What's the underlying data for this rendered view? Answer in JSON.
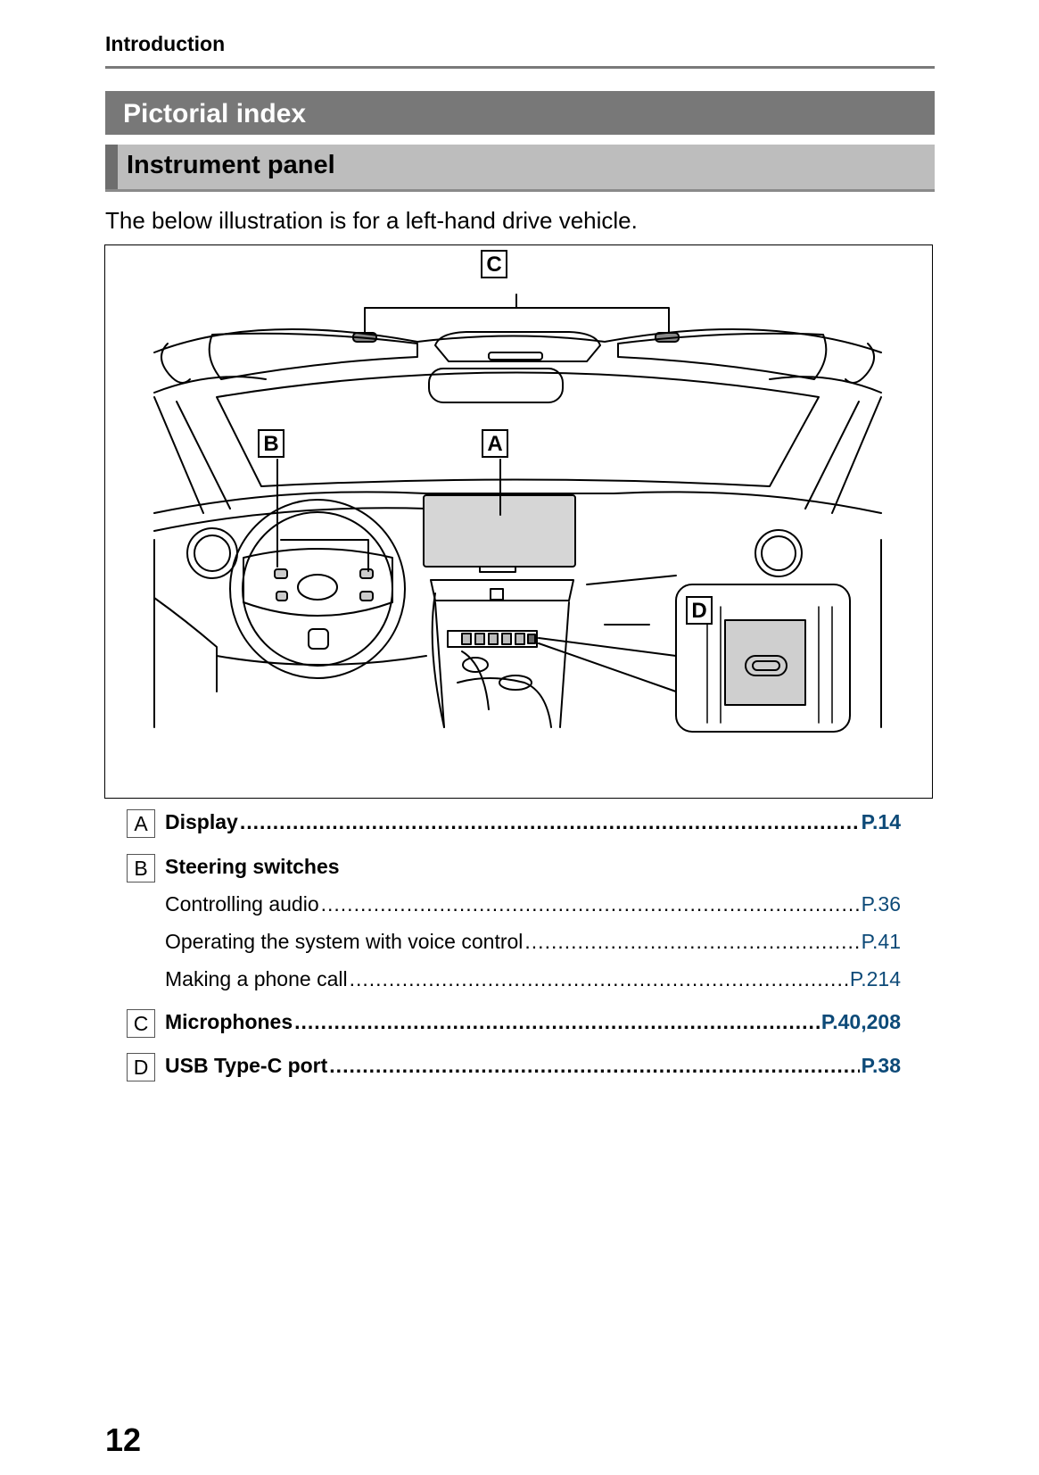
{
  "header": {
    "section": "Introduction"
  },
  "titles": {
    "main": "Pictorial index",
    "sub": "Instrument panel"
  },
  "intro_text": "The below illustration is for a left-hand drive vehicle.",
  "figure": {
    "labels": {
      "a": "A",
      "b": "B",
      "c": "C",
      "d": "D"
    }
  },
  "legend": [
    {
      "key": "A",
      "text": "Display",
      "page": "P.14",
      "bold": true
    },
    {
      "key": "B",
      "text": "Steering switches",
      "page": "",
      "bold": true
    },
    {
      "key": "",
      "text": "Controlling audio",
      "page": "P.36",
      "bold": false
    },
    {
      "key": "",
      "text": "Operating the system with voice control",
      "page": "P.41",
      "bold": false
    },
    {
      "key": "",
      "text": "Making a phone call",
      "page": "P.214",
      "bold": false
    },
    {
      "key": "C",
      "text": "Microphones",
      "page": "P.40,208",
      "bold": true
    },
    {
      "key": "D",
      "text": "USB Type-C port",
      "page": "P.38",
      "bold": true
    }
  ],
  "footer": {
    "page_number": "12"
  }
}
